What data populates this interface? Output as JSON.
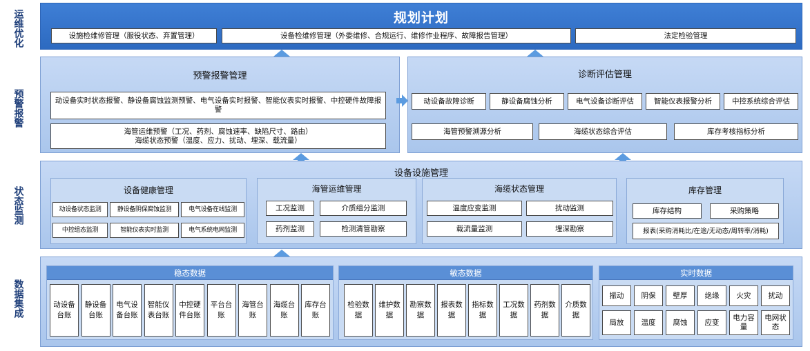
{
  "side_labels": {
    "optimize": "运维优化",
    "warning": "预警报警",
    "monitor": "状态监测",
    "data": "数据集成"
  },
  "planning": {
    "title": "规划计划",
    "items": [
      "设施检维修管理（服役状态、弃置管理）",
      "设备检维修管理（外委维修、合规运行、维修作业程序、故障报告管理）",
      "法定检验管理"
    ]
  },
  "alarm": {
    "title": "预警报警管理",
    "item1": "动设备实时状态报警、静设备腐蚀监测预警、电气设备实时报警、智能仪表实时报警、中控硬件故障报警",
    "item2_line1": "海管运维预警（工况、药剂、腐蚀速率、缺陷尺寸、路由）",
    "item2_line2": "海缆状态预警（温度、应力、扰动、埋深、载流量）"
  },
  "diagnosis": {
    "title": "诊断评估管理",
    "row1": [
      "动设备故障诊断",
      "静设备腐蚀分析",
      "电气设备诊断评估",
      "智能仪表报警分析",
      "中控系统综合评估"
    ],
    "row2": [
      "海管预警溯源分析",
      "海缆状态综合评估",
      "库存考核指标分析"
    ]
  },
  "facility": {
    "title": "设备设施管理",
    "health": {
      "title": "设备健康管理",
      "items": [
        "动设备状态监测",
        "静设备阴保腐蚀监测",
        "电气设备在线监测",
        "中控组态监测",
        "智能仪表实时监测",
        "电气系统电网监测"
      ]
    },
    "pipeline": {
      "title": "海管运维管理",
      "items": [
        "工况监测",
        "介质组分监测",
        "药剂监测",
        "检测清管勘察"
      ]
    },
    "cable": {
      "title": "海缆状态管理",
      "items": [
        "温度应变监测",
        "扰动监测",
        "载流量监测",
        "埋深勘察"
      ]
    },
    "inventory": {
      "title": "库存管理",
      "items": [
        "库存结构",
        "采购策略",
        "报表(采购消耗比/在途/无动态/周转率/消耗)"
      ]
    }
  },
  "data_integration": {
    "steady": {
      "title": "稳态数据",
      "items": [
        "动设备台账",
        "静设备台账",
        "电气设备台账",
        "智能仪表台账",
        "中控硬件台账",
        "平台台账",
        "海管台账",
        "海缆台账",
        "库存台账"
      ]
    },
    "sensitive": {
      "title": "敏态数据",
      "items": [
        "检验数据",
        "维护数据",
        "勘察数据",
        "报表数据",
        "指标数据",
        "工况数据",
        "药剂数据",
        "介质数据"
      ]
    },
    "realtime": {
      "title": "实时数据",
      "row1": [
        "振动",
        "阴保",
        "壁厚",
        "绝缘",
        "火灾",
        "扰动"
      ],
      "row2": [
        "局放",
        "温度",
        "腐蚀",
        "应变",
        "电力容量",
        "电网状态"
      ]
    }
  },
  "colors": {
    "top_panel": "#3a78d0",
    "panel": "#aac6ec",
    "arrow": "#5b9be0",
    "side_text": "#1f3f7a"
  }
}
